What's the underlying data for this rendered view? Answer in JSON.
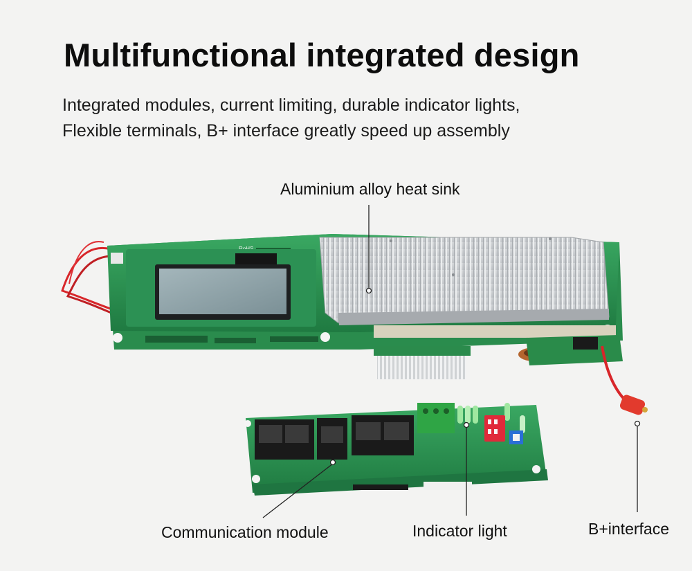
{
  "header": {
    "title": "Multifunctional integrated design",
    "subtitle_line1": "Integrated modules, current limiting, durable indicator lights,",
    "subtitle_line2": "Flexible terminals, B+ interface greatly speed up assembly"
  },
  "callouts": {
    "heat_sink": "Aluminium alloy heat sink",
    "communication_module": "Communication module",
    "indicator_light": "Indicator light",
    "b_plus_interface": "B+interface"
  },
  "board_marks": {
    "rohs": "RoHS"
  },
  "colors": {
    "background": "#f3f3f2",
    "pcb_green": "#2f9a55",
    "heat_sink": "#c9cccf",
    "wire_red": "#d8262a",
    "lcd": "#8fa3a9"
  }
}
